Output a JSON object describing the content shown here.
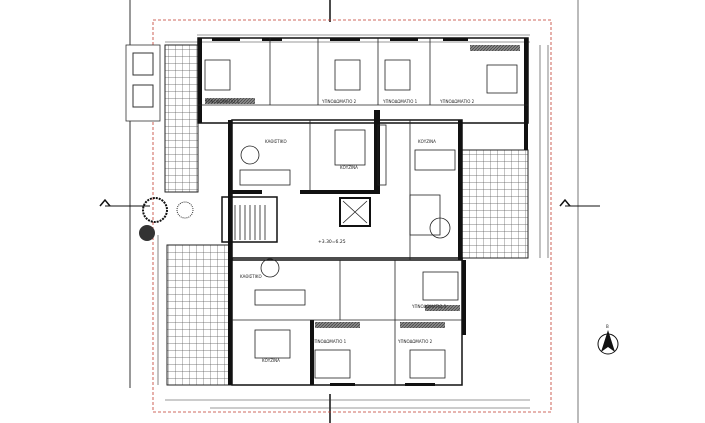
{
  "plan": {
    "rooms": [
      {
        "id": "bedroom-1",
        "label": "ΥΠΝΟΔΩΜΑΤΙΟ 1"
      },
      {
        "id": "bedroom-2-top",
        "label": "ΥΠΝΟΔΩΜΑΤΙΟ 2"
      },
      {
        "id": "bedroom-3-top",
        "label": "ΥΠΝΟΔΩΜΑΤΙΟ 1"
      },
      {
        "id": "bedroom-4-top",
        "label": "ΥΠΝΟΔΩΜΑΤΙΟ 2"
      },
      {
        "id": "living-1",
        "label": "ΚΑΘΙΣΤΙΚΟ"
      },
      {
        "id": "kitchen-1",
        "label": "ΚΟΥΖΙΝΑ"
      },
      {
        "id": "kitchen-2",
        "label": "ΚΟΥΖΙΝΑ"
      },
      {
        "id": "living-3",
        "label": "ΚΑΘΙΣΤΙΚΟ"
      },
      {
        "id": "kitchen-3",
        "label": "ΚΟΥΖΙΝΑ"
      },
      {
        "id": "bedroom-b1",
        "label": "ΥΠΝΟΔΩΜΑΤΙΟ 1"
      },
      {
        "id": "bedroom-b2",
        "label": "ΥΠΝΟΔΩΜΑΤΙΟ 2"
      },
      {
        "id": "bedroom-b3",
        "label": "ΥΠΝΟΔΩΜΑΤΙΟ 3"
      }
    ],
    "level_mark": "+3.30=6.25",
    "north_label": "B",
    "colors": {
      "boundary": "#c0392b",
      "walls": "#111111",
      "hatch": "#555555"
    }
  }
}
